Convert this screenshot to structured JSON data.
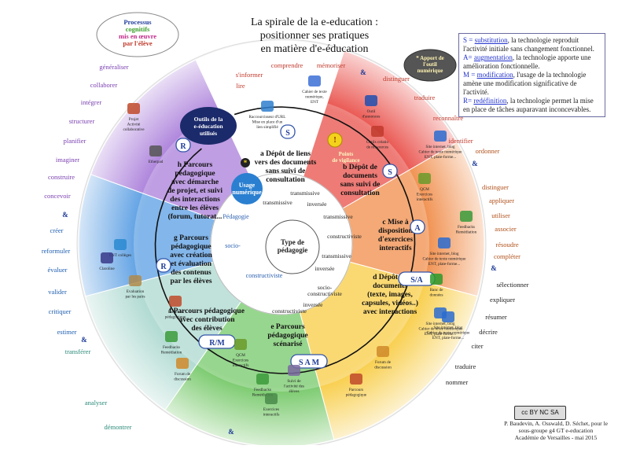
{
  "title": [
    "La spirale de la e-education :",
    "positionner ses pratiques",
    "en matière d'e-éducation"
  ],
  "cloud_left": [
    "Processus",
    "cognitifs",
    "mis en œuvre",
    "par l'élève"
  ],
  "cloud_right": [
    "* Apport de",
    "l'outil",
    "numérique"
  ],
  "legend": [
    {
      "key": "S =",
      "term": "substitution",
      "text": ", la technologie reproduit l'activité initiale sans changement fonctionnel."
    },
    {
      "key": "A=",
      "term": "augmentation",
      "text": ", la technologie apporte une amélioration fonctionnelle."
    },
    {
      "key": "M =",
      "term": "modification",
      "text": ", l'usage de la technologie amène une modification significative de l'activité."
    },
    {
      "key": "R=",
      "term": "redéfinition",
      "text": ", la technologie permet la mise en place de tâches auparavant inconcevables."
    }
  ],
  "credits": [
    "P. Baudevin, A. Osswald, D. Séchet,  pour le",
    "sous-groupe g4 GT e-education",
    "Académie de Versailles - mai 2015"
  ],
  "cc_badge": "cc BY NC SA",
  "center": {
    "type_label": [
      "Type de",
      "pédagogie"
    ],
    "usage_label": [
      "Usage",
      "numérique"
    ],
    "axis": [
      "Pédagogie",
      "socio-",
      "constructiviste"
    ]
  },
  "inner_words": [
    "transmissive",
    "inversée",
    "transmissive",
    "constructiviste",
    "transmissive",
    "inversée",
    "socio-",
    "constructiviste",
    "inversée",
    "constructiviste"
  ],
  "tools_label": [
    "Outils de la",
    "e-éducation",
    "utilisés"
  ],
  "vigilance": [
    "Points",
    "de vigilance"
  ],
  "sectors": [
    {
      "label": [
        "a Dépôt de liens",
        "vers des documents",
        "sans suivi de",
        "consultation"
      ],
      "samr": "S",
      "color": "#ffffff"
    },
    {
      "label": [
        "b Dépôt de",
        "documents",
        "sans suivi de",
        "consultation"
      ],
      "samr": "S",
      "color": "#e8322c"
    },
    {
      "label": [
        "c Mise à",
        "disposition",
        "d'exercices",
        "interactifs"
      ],
      "samr": "A",
      "color": "#f07a2a"
    },
    {
      "label": [
        "d Dépôt de",
        "documents",
        "(texte, images,",
        "capsules, vidéos..)",
        "avec interactions"
      ],
      "samr": "S/A",
      "color": "#f9c626"
    },
    {
      "label": [
        "e Parcours",
        "pédagogique",
        "scénarisé"
      ],
      "samr": "S  A  M",
      "color": "#5fc150"
    },
    {
      "label": [
        "f Parcours pédagogique",
        "avec contribution",
        "des élèves"
      ],
      "samr": "R/M",
      "color": "#9fd3c9"
    },
    {
      "label": [
        "g Parcours",
        "pédagogique",
        "avec création",
        "et évaluation",
        "des contenus",
        "par les élèves"
      ],
      "samr": "R",
      "color": "#3f8fe0"
    },
    {
      "label": [
        "h Parcours",
        "pédagogique",
        "avec démarche",
        "de projet, et suivi",
        "des interactions",
        "entre les élèves",
        "(forum, tutorat..."
      ],
      "samr": "R",
      "color": "#9e6ad6"
    }
  ],
  "tool_captions": [
    [
      "Cahier de texte",
      "numérique,",
      "ENT"
    ],
    [
      "Raccourcisseur d'URL",
      "Mise en place d'un",
      "lien simplifié"
    ],
    [
      "Outil",
      "d'annonces"
    ],
    [
      "Outils créatio",
      "de ressources"
    ],
    [
      "Site internet, blog",
      "Cahier de texte numérique",
      "ENT, plate-forme..."
    ],
    [
      "QCM",
      "Exercices",
      "interactifs"
    ],
    [
      "Feedbacks",
      "Remédiation"
    ],
    [
      "Site internet, blog",
      "Cahier de texte numérique",
      "ENT, plate-forme..."
    ],
    [
      "Banc de",
      "données"
    ],
    [
      "Site internet, blog",
      "Cahier de texte numérique",
      "ENT, plate-forme..."
    ],
    [
      "Site internet, blog",
      "Cahier de texte numérique",
      "ENT, plate-forme..."
    ],
    [
      "Forum de",
      "discussion"
    ],
    [
      "Parcours",
      "pédagogique"
    ],
    [
      "Feedbacks",
      "Remédiation"
    ],
    [
      "Suivi de",
      "l'activité des",
      "élèves"
    ],
    [
      "QCM",
      "Exercices",
      "interactifs"
    ],
    [
      "Forum de",
      "discussion"
    ],
    [
      "Exercices",
      "interactifs"
    ],
    [
      "Feedbacks",
      "Remédiation"
    ],
    [
      "Parcours",
      "pédagogique"
    ],
    [
      "Evaluation",
      "par les pairs"
    ],
    [
      "ENT collèges"
    ],
    [
      "Claroline"
    ],
    [
      "Projet",
      "Activité",
      "collaborative"
    ],
    [
      "Etherpad"
    ]
  ],
  "verbs_red": [
    "s'informer",
    "lire",
    "comprendre",
    "mémoriser",
    "distinguer",
    "traduire",
    "reconnaître",
    "identifier"
  ],
  "verbs_right": [
    "ordonner",
    "distinguer",
    "appliquer",
    "utiliser",
    "associer",
    "résoudre",
    "compléter",
    "sélectionner",
    "expliquer",
    "résumer",
    "décrire",
    "citer",
    "traduire",
    "nommer"
  ],
  "verbs_left": [
    "généraliser",
    "collaborer",
    "intégrer",
    "structurer",
    "planifier",
    "imaginer",
    "construire",
    "concevoir",
    "créer",
    "reformuler",
    "évaluer",
    "valider",
    "critiquer",
    "estimer",
    "transférer",
    "analyser",
    "démontrer"
  ],
  "ampersand": "&"
}
